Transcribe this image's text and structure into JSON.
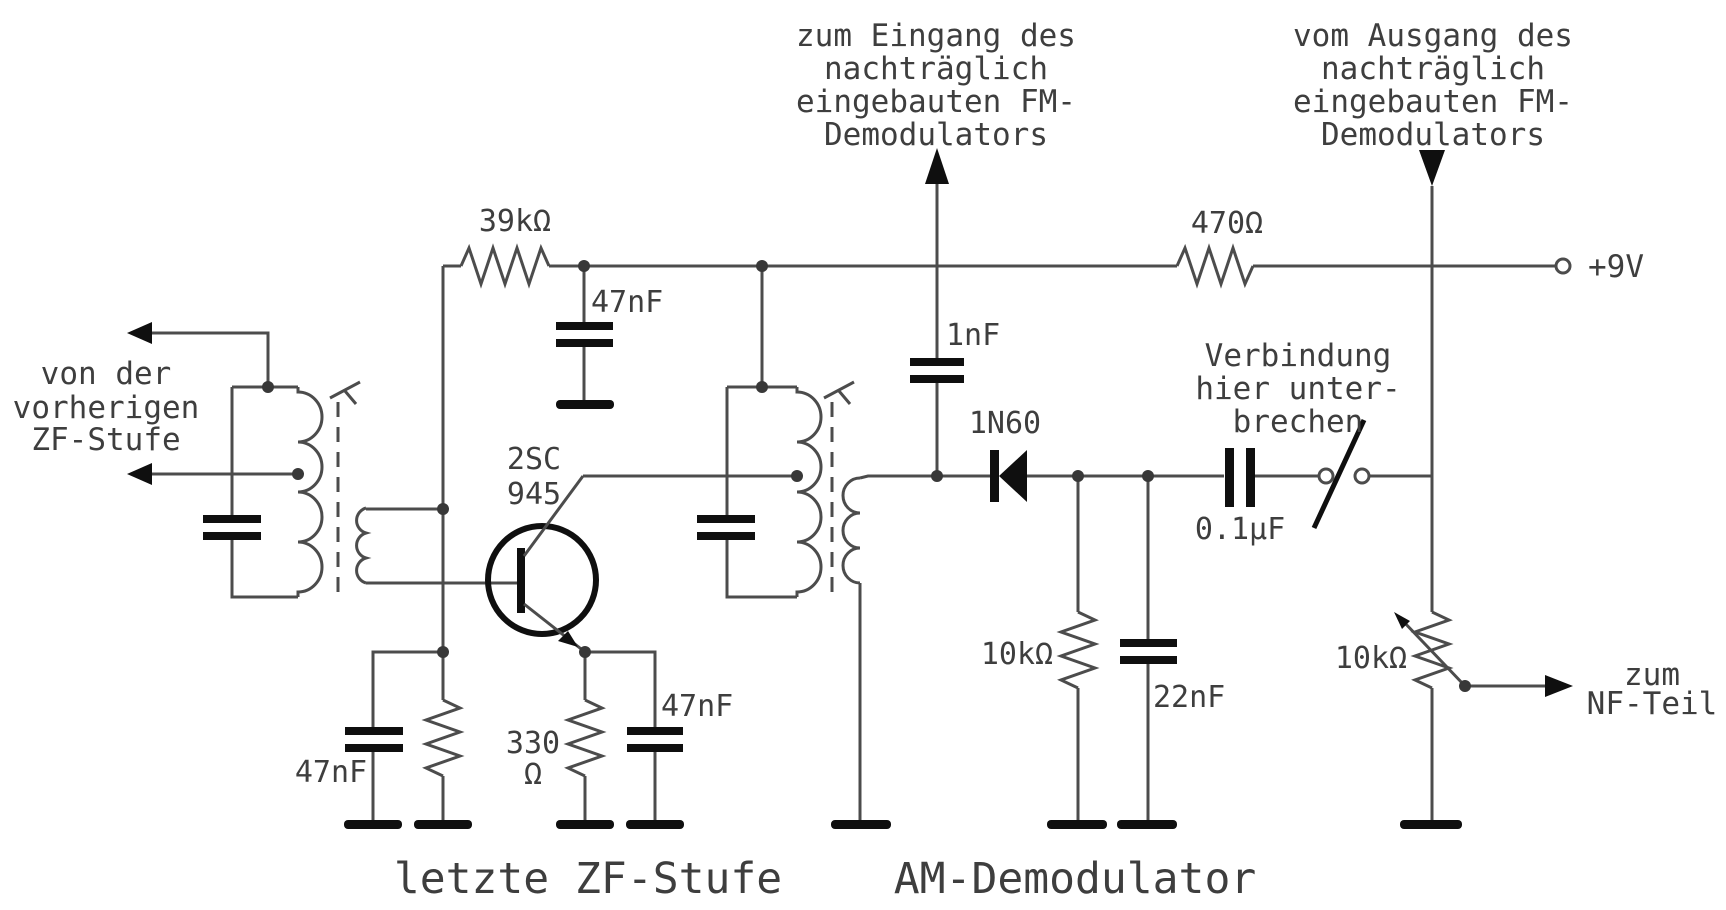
{
  "diagram": {
    "type": "circuit-schematic",
    "language": "German",
    "captions": {
      "left_stage": "letzte ZF-Stufe",
      "right_stage": "AM-Demodulator"
    },
    "annotations": {
      "fm_input": [
        "zum Eingang des",
        "nachträglich",
        "eingebauten FM-",
        "Demodulators"
      ],
      "fm_output": [
        "vom Ausgang des",
        "nachträglich",
        "eingebauten FM-",
        "Demodulators"
      ],
      "if_source": [
        "von der",
        "vorherigen",
        "ZF-Stufe"
      ],
      "break_note": [
        "Verbindung",
        "hier unter-",
        "brechen"
      ],
      "nf_output": [
        "zum",
        "NF-Teil"
      ],
      "supply": "+9V"
    },
    "components": {
      "r_39k": "39kΩ",
      "c_47n_supply": "47nF",
      "q_transistor": [
        "2SC",
        "945"
      ],
      "c_47n_base": "47nF",
      "r_330": [
        "330",
        "Ω"
      ],
      "c_47n_emitter": "47nF",
      "c_1n": "1nF",
      "d_1n60": "1N60",
      "r_10k": "10kΩ",
      "c_22n": "22nF",
      "c_100n": "0.1µF",
      "r_470": "470Ω",
      "pot_10k": "10kΩ"
    },
    "colors": {
      "wire": "#4c4c4c",
      "component": "#0f0f0f",
      "text": "#3e3e3e",
      "background": "#ffffff"
    }
  }
}
